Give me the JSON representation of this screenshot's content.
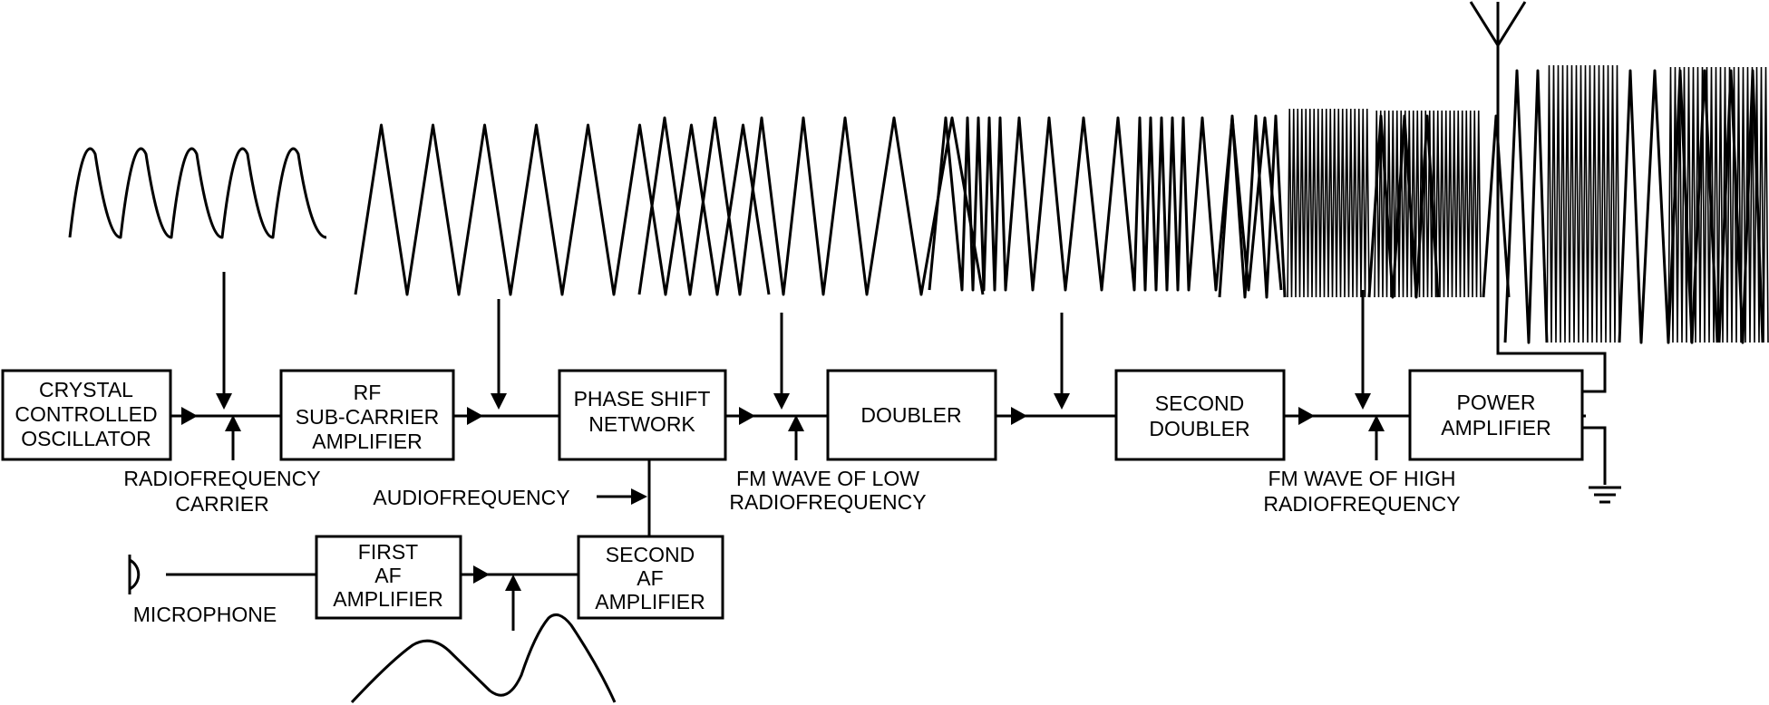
{
  "blocks": {
    "oscillator": [
      "CRYSTAL",
      "CONTROLLED",
      "OSCILLATOR"
    ],
    "rf_amp": [
      "RF",
      "SUB-CARRIER",
      "AMPLIFIER"
    ],
    "phase_shift": [
      "PHASE SHIFT",
      "NETWORK"
    ],
    "doubler": [
      "DOUBLER"
    ],
    "second_doubler": [
      "SECOND",
      "DOUBLER"
    ],
    "power_amp": [
      "POWER",
      "AMPLIFIER"
    ],
    "first_af": [
      "FIRST",
      "AF",
      "AMPLIFIER"
    ],
    "second_af": [
      "SECOND",
      "AF",
      "AMPLIFIER"
    ]
  },
  "labels": {
    "rf_carrier": [
      "RADIOFREQUENCY",
      "CARRIER"
    ],
    "audiofrequency": "AUDIOFREQUENCY",
    "fm_low": [
      "FM WAVE OF LOW",
      "RADIOFREQUENCY"
    ],
    "fm_high": [
      "FM WAVE OF HIGH",
      "RADIOFREQUENCY"
    ],
    "microphone": "MICROPHONE"
  },
  "icons": [
    "microphone-icon",
    "antenna-icon",
    "ground-icon"
  ]
}
